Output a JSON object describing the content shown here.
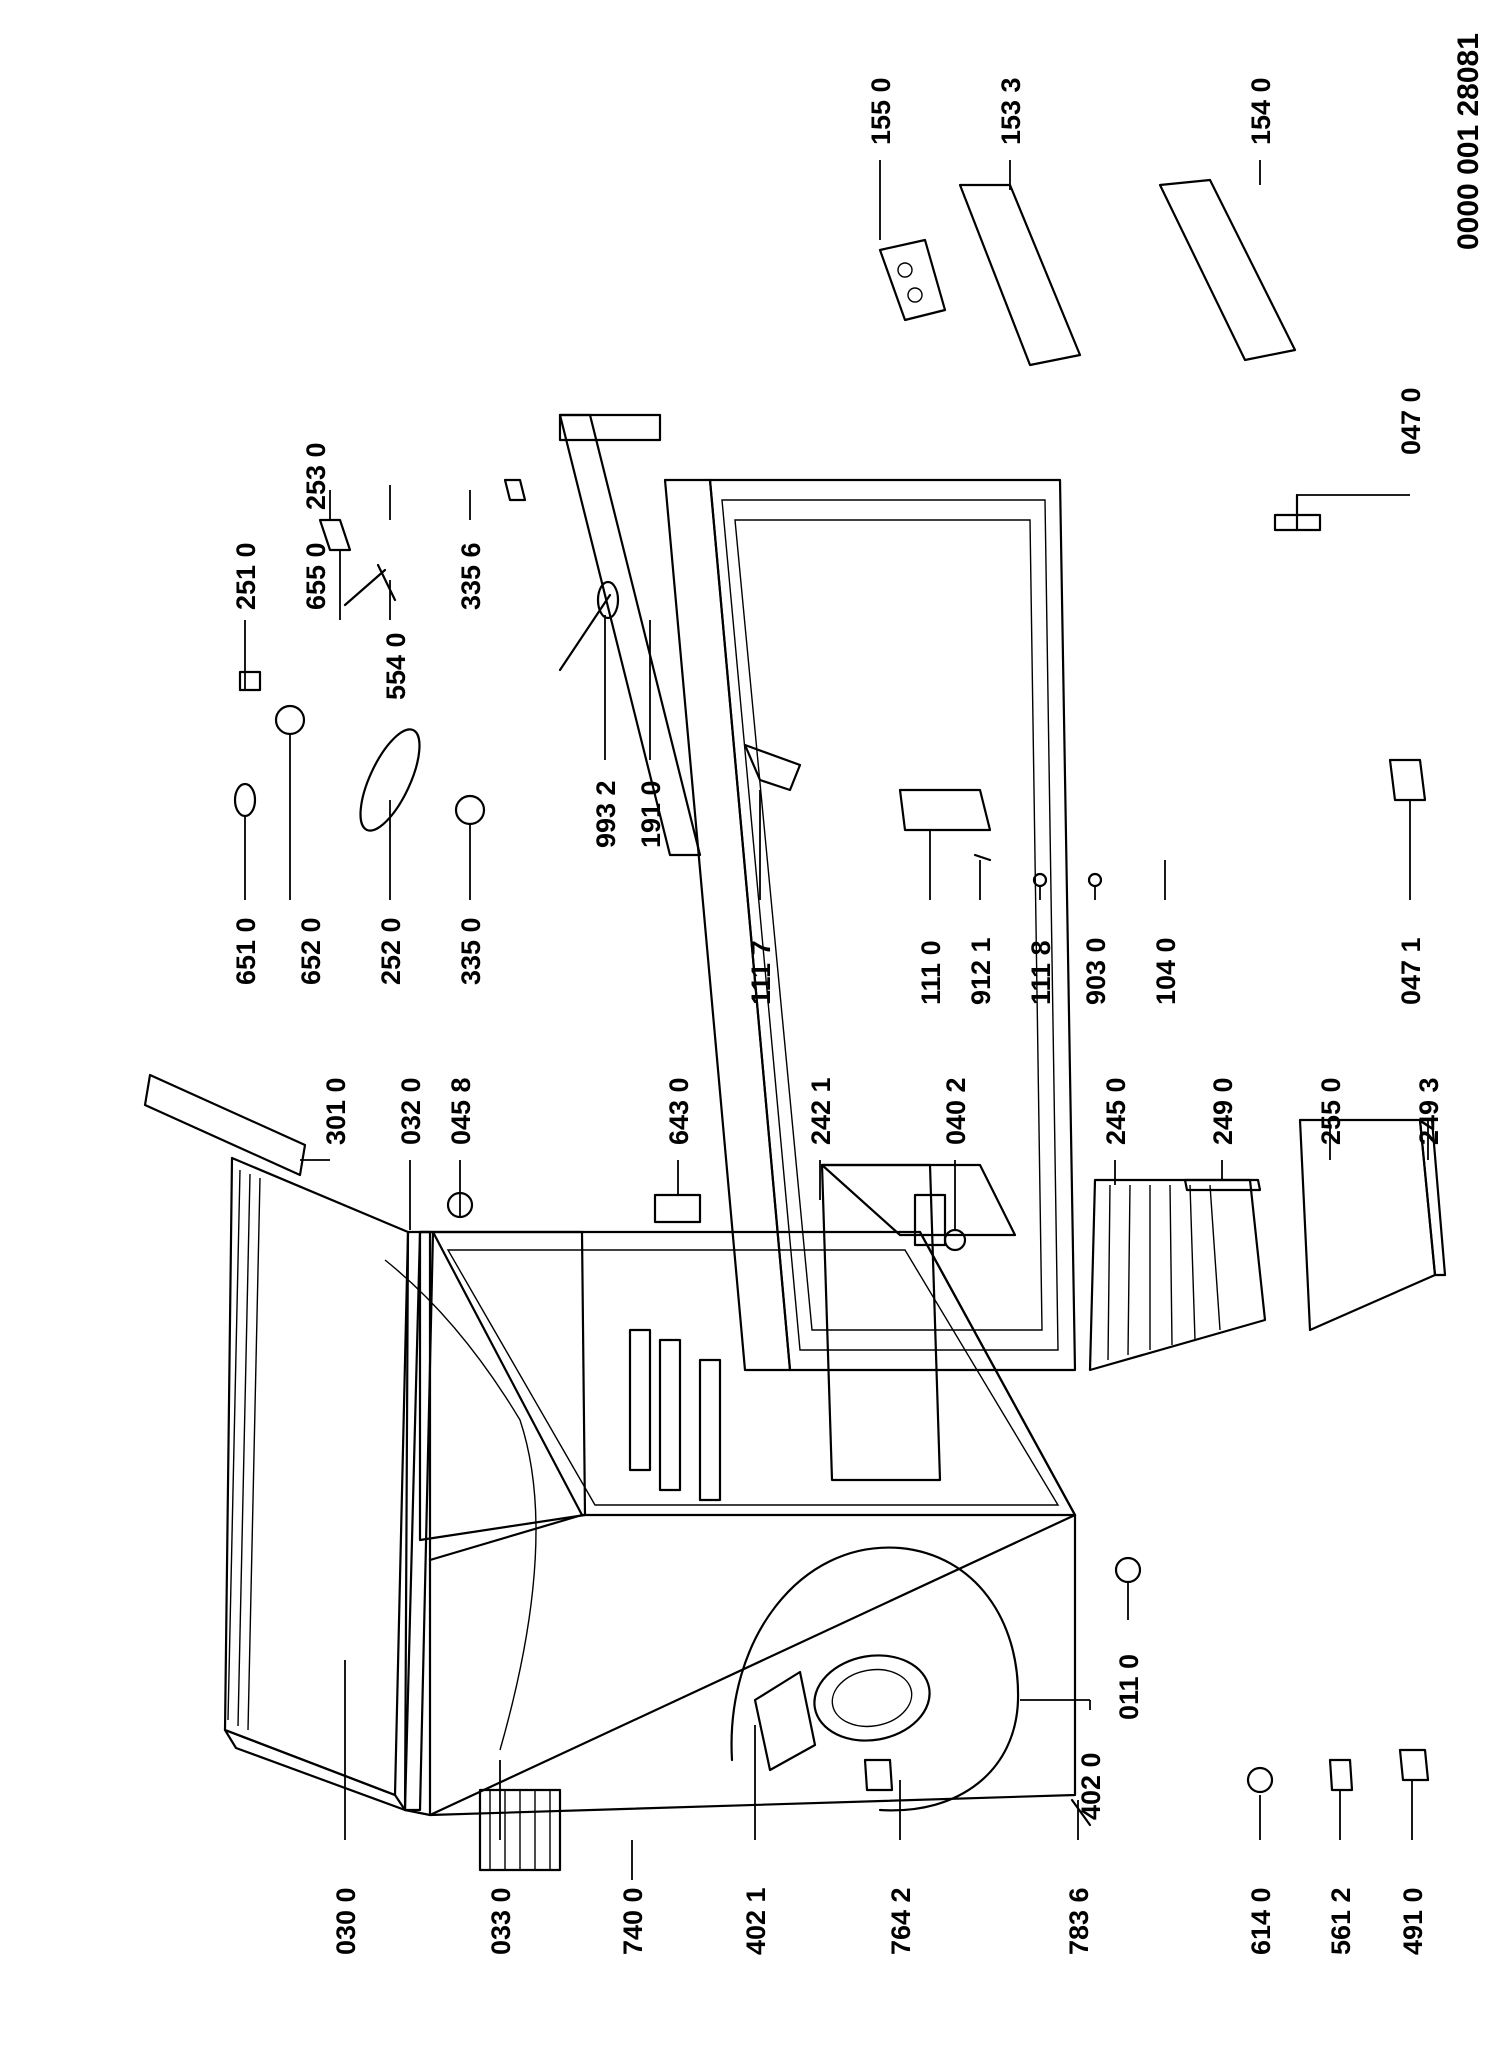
{
  "document_number": "0000 001 28081",
  "labels": {
    "l0300": "030 0",
    "l0330": "033 0",
    "l7400": "740 0",
    "l4021": "402 1",
    "l7642": "764 2",
    "l7836": "783 6",
    "l6140": "614 0",
    "l5612": "561 2",
    "l4910": "491 0",
    "l4020": "402 0",
    "l0110": "011 0",
    "l3010": "301 0",
    "l0320": "032 0",
    "l0458": "045 8",
    "l6430": "643 0",
    "l2421": "242 1",
    "l0402": "040 2",
    "l2450": "245 0",
    "l2490": "249 0",
    "l2550": "255 0",
    "l2493": "249 3",
    "l6510": "651 0",
    "l6520": "652 0",
    "l2520": "252 0",
    "l3350": "335 0",
    "l2510": "251 0",
    "l5540": "554 0",
    "l6550": "655 0",
    "l3356": "335 6",
    "l2530": "253 0",
    "l1117": "111 7",
    "l9932": "993 2",
    "l1910": "191 0",
    "l1110": "111 0",
    "l9121": "912 1",
    "l1118": "111 8",
    "l9030": "903 0",
    "l1040": "104 0",
    "l0471": "047 1",
    "l0470": "047 0",
    "l1550": "155 0",
    "l1533": "153 3",
    "l1540": "154 0"
  }
}
